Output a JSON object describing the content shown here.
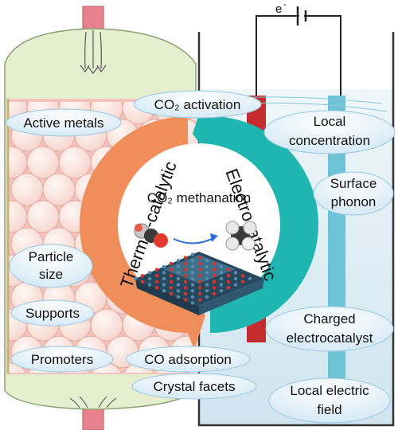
{
  "circuit": {
    "electron_label": "e",
    "electron_charge": "-"
  },
  "center": {
    "title": "CO₂ methanation"
  },
  "ring": {
    "left_label": "Thermal-catalytic",
    "right_label": "Electrocatalytic"
  },
  "thermal_factors": {
    "co2_activation": "CO₂ activation",
    "active_metals": "Active metals",
    "particle_size_line1": "Particle",
    "particle_size_line2": "size",
    "supports": "Supports",
    "promoters": "Promoters",
    "co_adsorption": "CO adsorption",
    "crystal_facets": "Crystal facets"
  },
  "electro_factors": {
    "local_concentration_line1": "Local",
    "local_concentration_line2": "concentration",
    "surface_phonon_line1": "Surface",
    "surface_phonon_line2": "phonon",
    "charged_catalyst_line1": "Charged",
    "charged_catalyst_line2": "electrocatalyst",
    "local_field_line1": "Local electric",
    "local_field_line2": "field"
  },
  "colors": {
    "reactor_green": "#e6eed0",
    "catalyst_bed": "#f2c4bd",
    "electrolyte": "#d7eaf2",
    "thermal_arrow": "#ef8d5b",
    "electro_arrow": "#1fb6b2",
    "cathode": "#c42c2f",
    "anode": "#6fc3d8"
  }
}
